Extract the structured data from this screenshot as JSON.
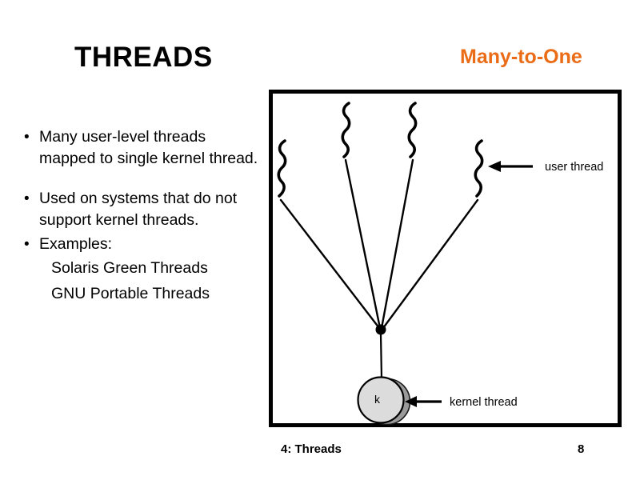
{
  "slide": {
    "title": "THREADS",
    "variant_title": "Many-to-One",
    "variant_title_color": "#EB6C16",
    "background_color": "#FFFFFF",
    "text_color": "#000000"
  },
  "bullets": [
    {
      "marker": "•",
      "text": "Many user-level threads mapped to single kernel thread."
    },
    {
      "marker": "•",
      "text": "Used on systems that do not support kernel threads."
    },
    {
      "marker": "•",
      "text": "Examples:"
    }
  ],
  "examples": [
    "Solaris Green Threads",
    "GNU Portable Threads"
  ],
  "diagram": {
    "border_color": "#000000",
    "user_thread_label": "user thread",
    "kernel_thread_label": "kernel thread",
    "kernel_node_glyph": "k",
    "kernel_node_fill": "#DCDCDC",
    "kernel_node_shadow": "#808080",
    "user_thread_count": 4,
    "stroke_color": "#000000"
  },
  "footer": {
    "section": "4: Threads",
    "page_number": "8"
  }
}
